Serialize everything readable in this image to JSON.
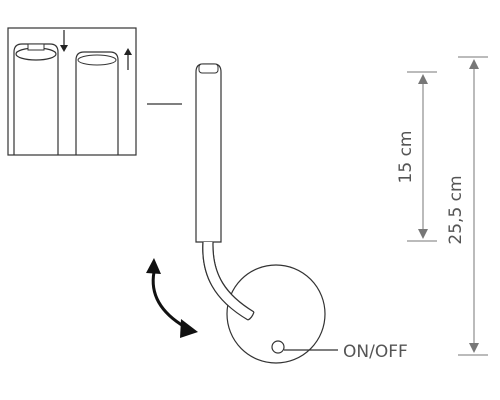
{
  "labels": {
    "on_off": "ON/OFF",
    "dim_short": "15 cm",
    "dim_long": "25,5 cm"
  },
  "colors": {
    "line": "#333333",
    "dimension": "#777777",
    "text": "#555555"
  }
}
